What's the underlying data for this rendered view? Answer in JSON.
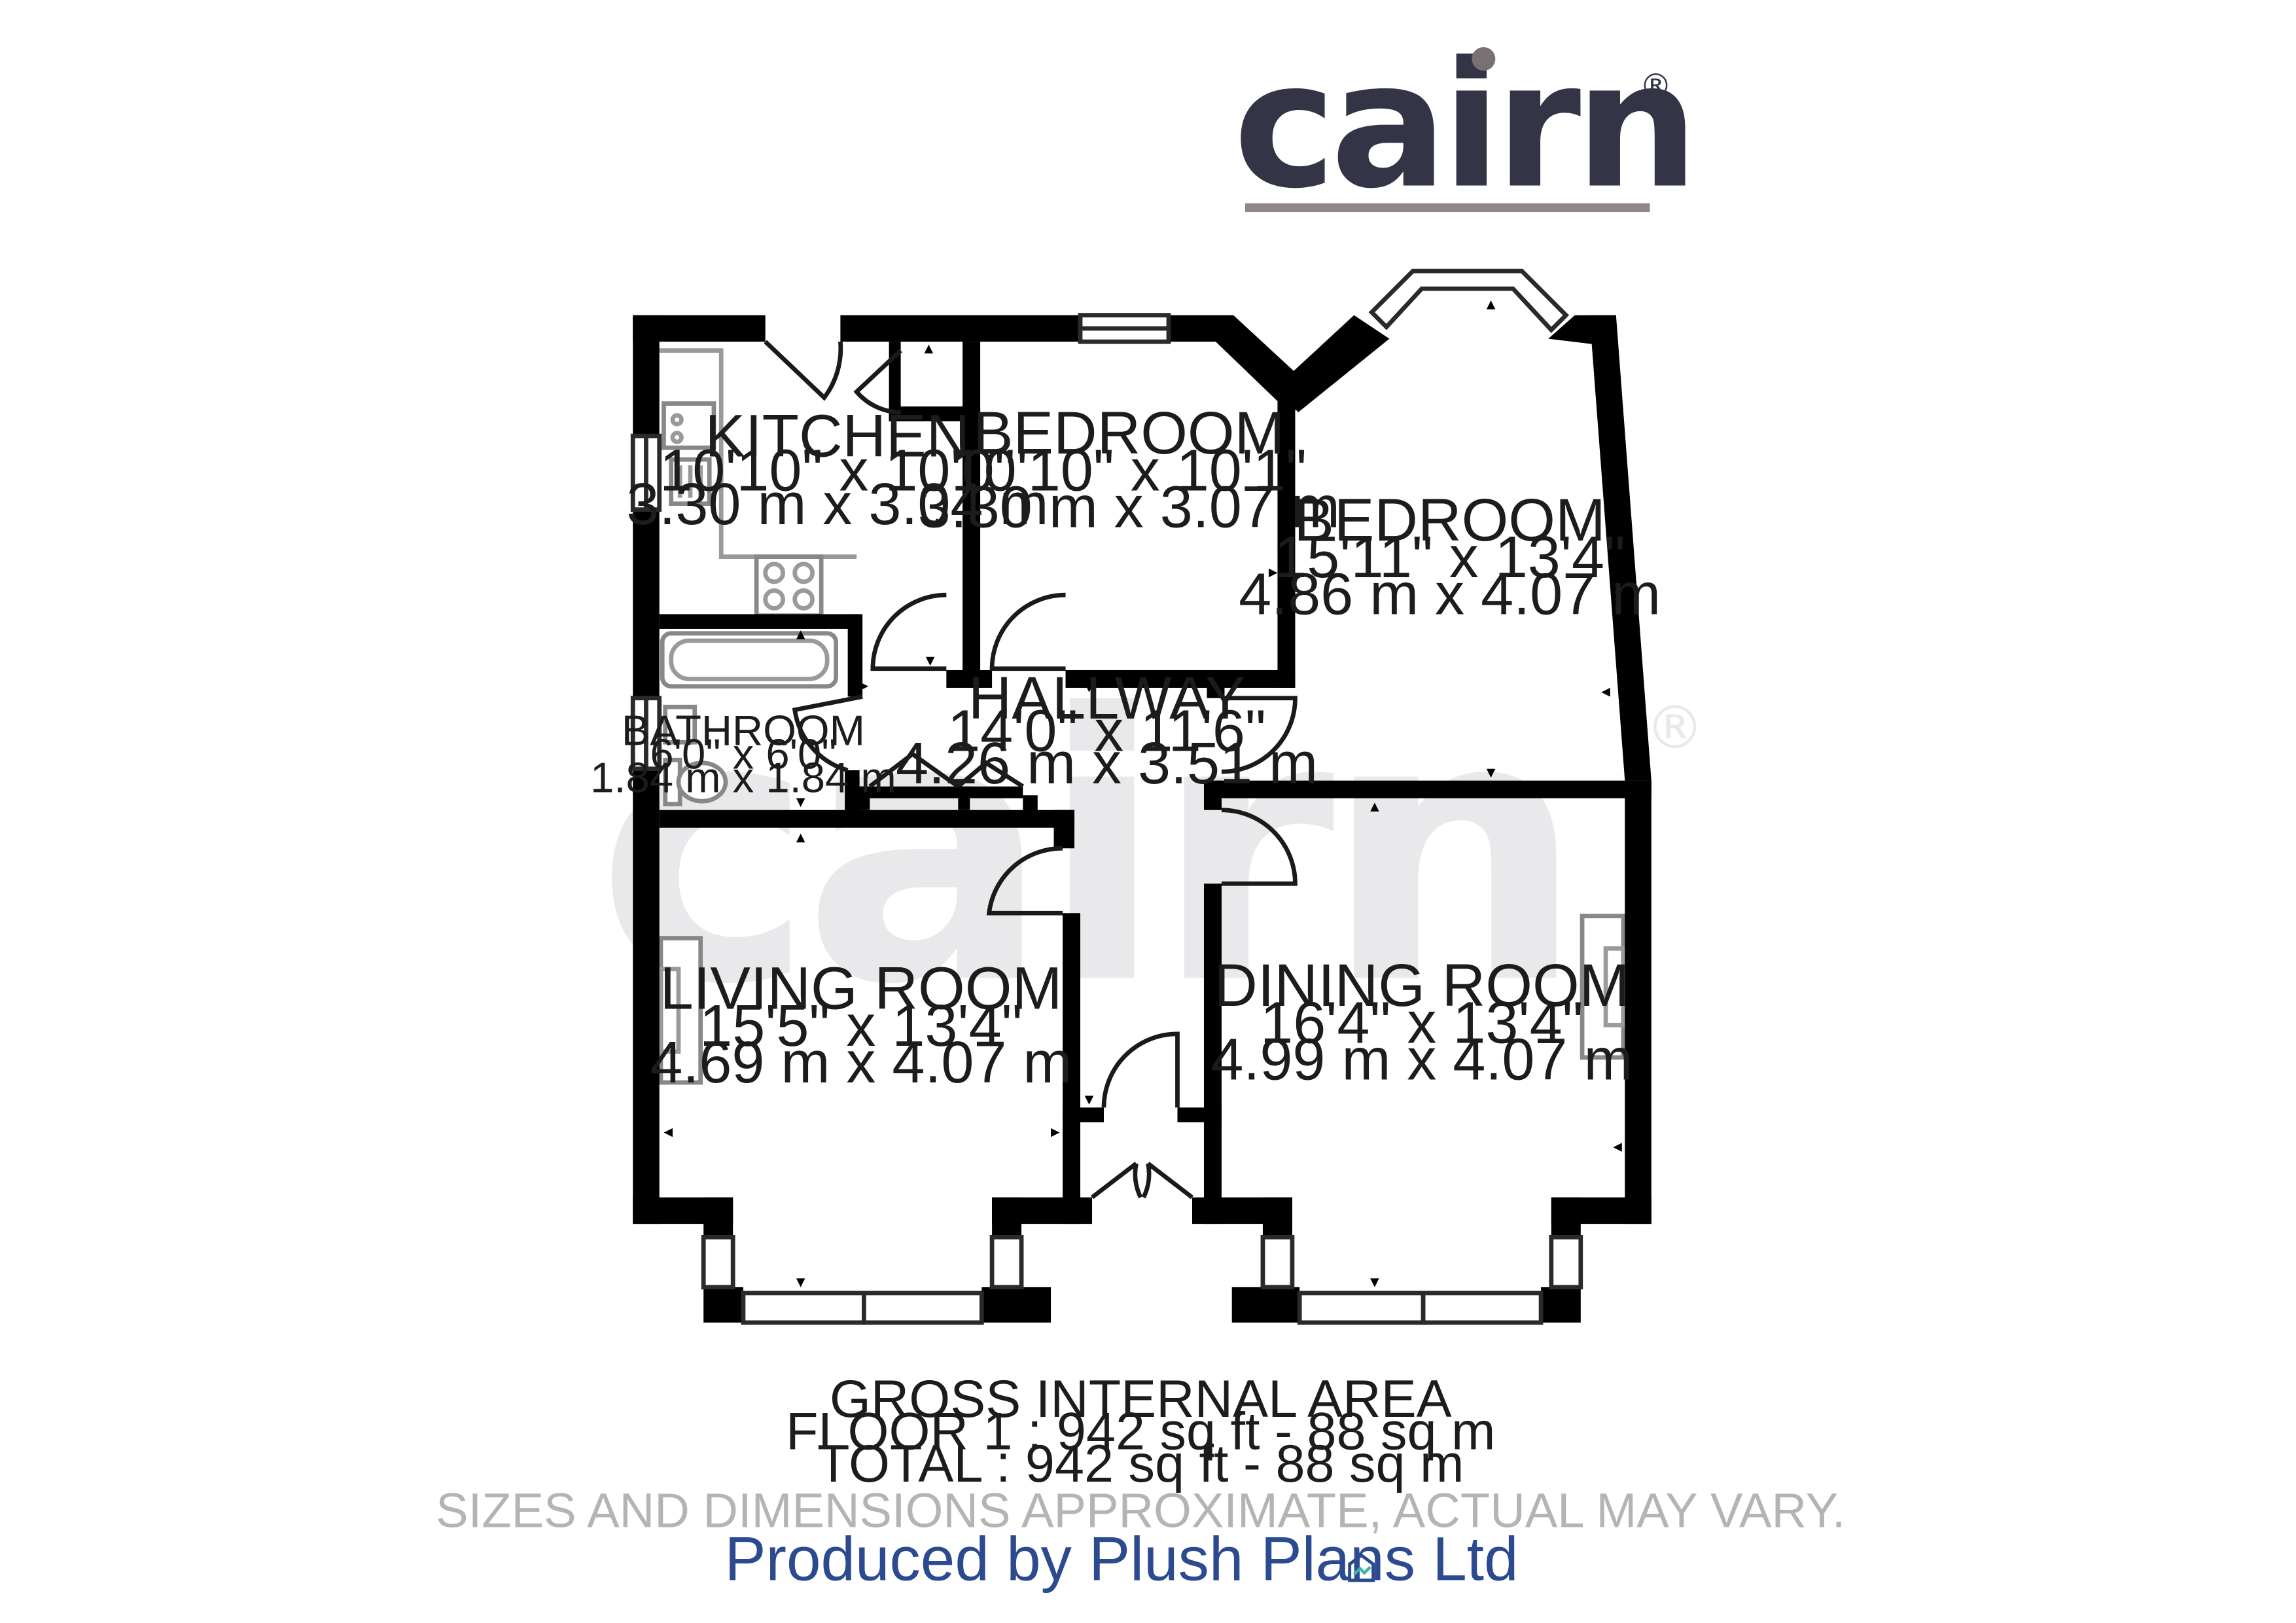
{
  "logo": {
    "text": "cairn",
    "registered": "®",
    "color": "#343447",
    "underline_color": "#918688",
    "dot_color": "#7a6f72"
  },
  "watermark": {
    "text": "cairn",
    "registered": "®"
  },
  "rooms": {
    "kitchen": {
      "name": "KITCHEN",
      "imperial": "10'10\" x 10'0\"",
      "metric": "3.30 m x 3.04 m"
    },
    "bedroom1": {
      "name": "BEDROOM",
      "imperial": "10'10\" x 10'1\"",
      "metric": "3.30 m x 3.07 m"
    },
    "bedroom2": {
      "name": "BEDROOM",
      "imperial": "15'11\" x 13'4\"",
      "metric": "4.86 m x 4.07 m"
    },
    "hallway": {
      "name": "HALLWAY",
      "imperial": "14'0\" x 11'6\"",
      "metric": "4.26 m x 3.51 m"
    },
    "bathroom": {
      "name": "BATHROOM",
      "imperial": "6'0\" x 6'0\"",
      "metric": "1.84 m x 1.84 m"
    },
    "living": {
      "name": "LIVING ROOM",
      "imperial": "15'5\" x 13'4\"",
      "metric": "4.69 m x 4.07 m"
    },
    "dining": {
      "name": "DINING ROOM",
      "imperial": "16'4\" x 13'4\"",
      "metric": "4.99 m x 4.07 m"
    }
  },
  "area": {
    "heading": "GROSS INTERNAL AREA",
    "floor1": "FLOOR 1 : 942 sq ft - 88 sq m",
    "total": "TOTAL : 942 sq ft - 88 sq m"
  },
  "disclaimer": "SIZES AND DIMENSIONS APPROXIMATE, ACTUAL MAY VARY.",
  "producer": {
    "text": "Produced by Plush Plans Ltd",
    "icon": "house-icon",
    "color": "#2b4a8f"
  },
  "colors": {
    "wall": "#000000",
    "text": "#1c1c1c",
    "watermark": "#e9e9ec"
  }
}
